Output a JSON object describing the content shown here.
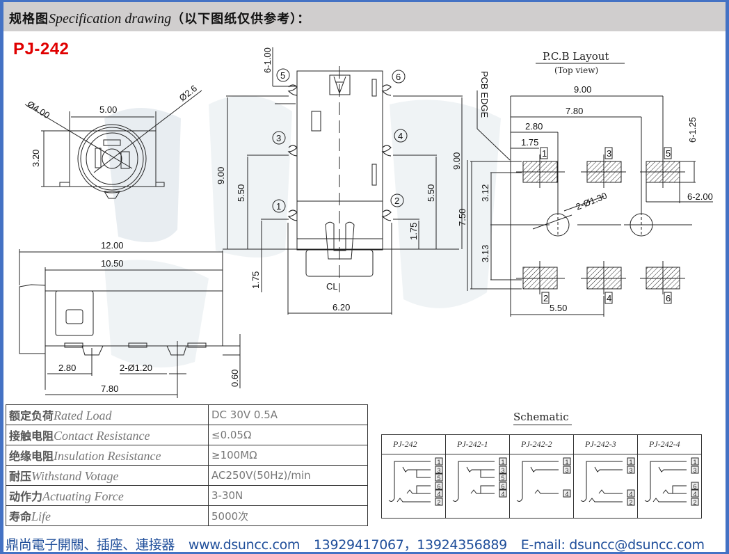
{
  "header": {
    "title_cn": "规格图",
    "title_en": "Specification drawing",
    "title_note": "（以下图纸仅供参考）："
  },
  "model": "PJ-242",
  "front_view": {
    "dims": {
      "width": "5.00",
      "height": "3.20",
      "outer_dia": "Ø4.00",
      "inner_dia": "Ø2.6"
    }
  },
  "side_view": {
    "dims": {
      "overall": "12.00",
      "body": "10.50",
      "pin_offset": "2.80",
      "holes": "2-Ø1.20",
      "hole_span": "7.80",
      "thickness": "0.60"
    }
  },
  "top_view": {
    "pins": [
      "1",
      "2",
      "3",
      "4",
      "5",
      "6"
    ],
    "dims": {
      "pin_width": "6-1.00",
      "span_left": "9.00",
      "span_right": "9.00",
      "mid_left": "5.50",
      "mid_right": "5.50",
      "low_left": "1.75",
      "low_right": "1.75",
      "right_total": "7.50",
      "bottom_width": "6.20",
      "centerline": "CL"
    }
  },
  "pcb_layout": {
    "title": "P.C.B Layout",
    "subtitle": "(Top view)",
    "edge_label": "PCB EDGE",
    "pad_labels_top": [
      "1",
      "3",
      "5"
    ],
    "pad_labels_bottom": [
      "2",
      "4",
      "6"
    ],
    "dims": {
      "w900": "9.00",
      "w780": "7.80",
      "w280": "2.80",
      "w175": "1.75",
      "pad_h": "6-1.25",
      "pad_w": "6-2.00",
      "holes": "2-Ø1.30",
      "v312": "3.12",
      "v313": "3.13",
      "w550": "5.50"
    }
  },
  "specs": [
    {
      "cn": "额定负荷",
      "en": "Rated Load",
      "value": "DC 30V 0.5A"
    },
    {
      "cn": "接触电阻",
      "en": "Contact Resistance",
      "value": "≤0.05Ω"
    },
    {
      "cn": "绝缘电阻",
      "en": "Insulation Resistance",
      "value": "≥100MΩ"
    },
    {
      "cn": "耐压",
      "en": "Withstand Votage",
      "value": "AC250V(50Hz)/min"
    },
    {
      "cn": "动作力",
      "en": "Actuating Force",
      "value": "3-30N"
    },
    {
      "cn": "寿命",
      "en": "Life",
      "value": "5000次"
    }
  ],
  "schematic": {
    "title": "Schematic",
    "variants": [
      {
        "name": "PJ-242",
        "pins": [
          "1",
          "3",
          "5",
          "6",
          "4",
          "2"
        ]
      },
      {
        "name": "PJ-242-1",
        "pins": [
          "1",
          "3",
          "5",
          "6",
          "4"
        ]
      },
      {
        "name": "PJ-242-2",
        "pins": [
          "1",
          "3",
          "4"
        ]
      },
      {
        "name": "PJ-242-3",
        "pins": [
          "1",
          "3",
          "4",
          "2"
        ]
      },
      {
        "name": "PJ-242-4",
        "pins": [
          "1",
          "3",
          "6",
          "4",
          "2"
        ]
      }
    ]
  },
  "footer": {
    "company": "鼎尚電子開關、插座、連接器",
    "website": "www.dsuncc.com",
    "phones": "13929417067，13924356889",
    "email": "E-mail: dsuncc@dsuncc.com"
  },
  "colors": {
    "border": "#4472c4",
    "header_bg": "#d0cece",
    "model": "#e00000",
    "footer_text": "#1f4e9a",
    "watermark": "#e3e8ee"
  }
}
